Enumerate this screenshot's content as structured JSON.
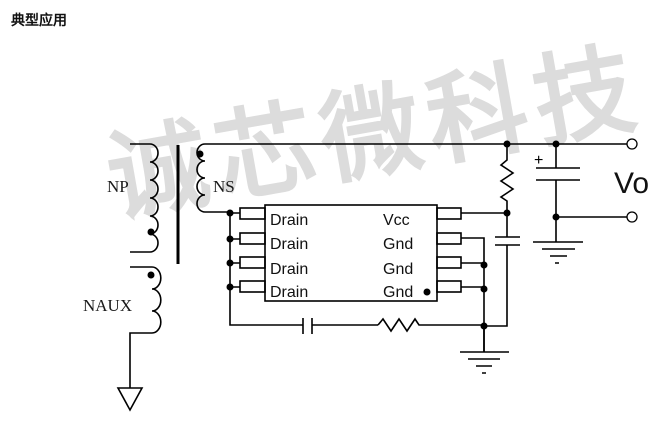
{
  "header": {
    "title": "典型应用"
  },
  "watermark": {
    "text": "诚芯微科技"
  },
  "diagram": {
    "transformer": {
      "primary_label": "NP",
      "secondary_label": "NS",
      "aux_label": "NAUX"
    },
    "ic": {
      "left_pins": [
        "Drain",
        "Drain",
        "Drain",
        "Drain"
      ],
      "right_pins": [
        "Vcc",
        "Gnd",
        "Gnd",
        "Gnd"
      ]
    },
    "output": {
      "label": "Vo",
      "polarity_mark": "+"
    }
  }
}
